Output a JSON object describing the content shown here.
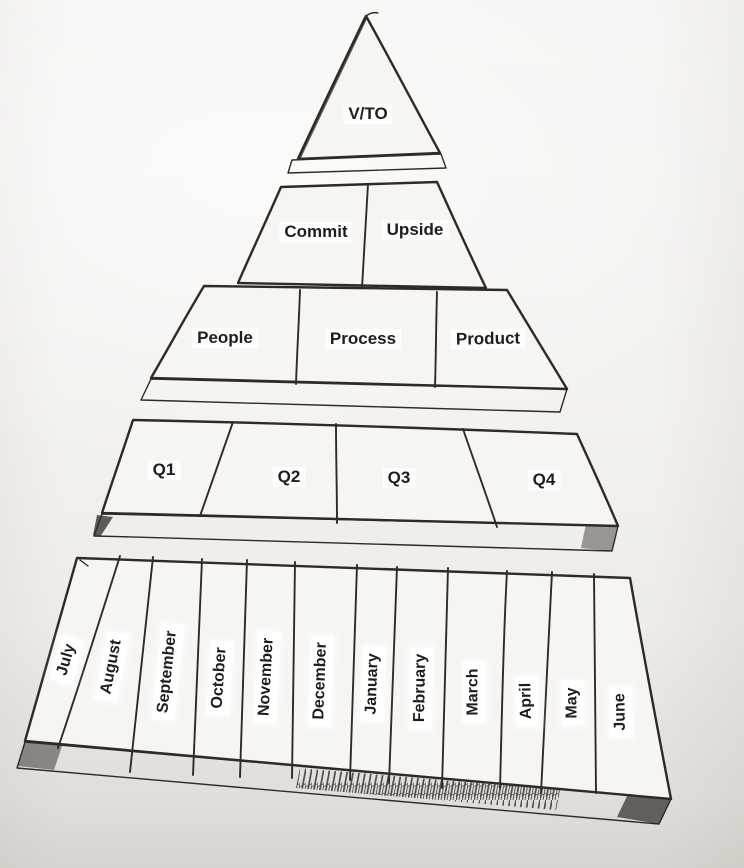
{
  "colors": {
    "ink": "#2e2b27",
    "paper": "#f4f2ef",
    "label_background": "#ffffff"
  },
  "pyramid": {
    "tier1_labels": [
      "V/TO"
    ],
    "tier2_labels": [
      "Commit",
      "Upside"
    ],
    "tier3_labels": [
      "People",
      "Process",
      "Product"
    ],
    "tier4_labels": [
      "Q1",
      "Q2",
      "Q3",
      "Q4"
    ],
    "tier5_labels": [
      "July",
      "August",
      "September",
      "October",
      "November",
      "December",
      "January",
      "February",
      "March",
      "April",
      "May",
      "June"
    ]
  }
}
